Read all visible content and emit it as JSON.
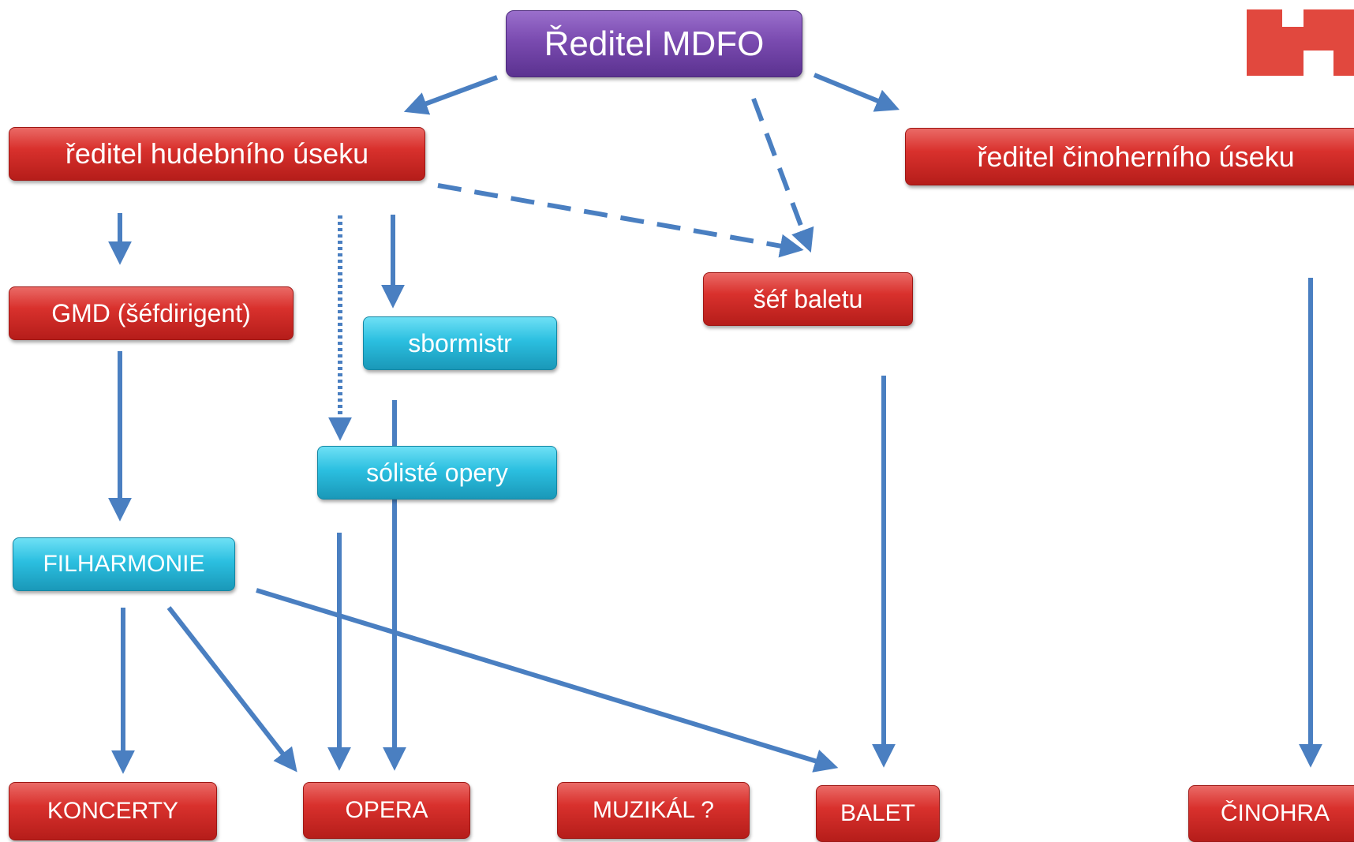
{
  "nodes": {
    "director": "Ředitel MDFO",
    "music_director": "ředitel hudebního úseku",
    "drama_director": "ředitel činoherního úseku",
    "gmd": "GMD (šéfdirigent)",
    "choirmaster": "sbormistr",
    "ballet_chief": "šéf baletu",
    "opera_soloists": "sólisté opery",
    "philharmonic": "FILHARMONIE",
    "concerts": "KONCERTY",
    "opera": "OPERA",
    "musical": "MUZIKÁL ?",
    "ballet": "BALET",
    "drama": "ČINOHRA"
  },
  "colors": {
    "arrow": "#4a7fc1",
    "red_box": "#d9312d",
    "cyan_box": "#2bbfe0",
    "purple_box": "#7a4bb0",
    "logo": "#e1483e"
  }
}
